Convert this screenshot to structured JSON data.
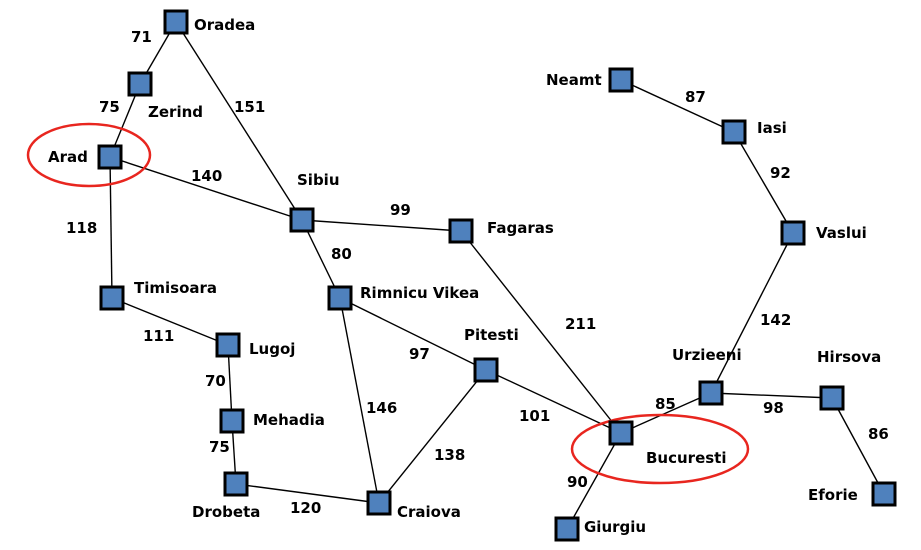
{
  "highlight_color": "#e8261f",
  "node_color": "#4f81bd",
  "cities": {
    "oradea": "Oradea",
    "zerind": "Zerind",
    "arad": "Arad",
    "sibiu": "Sibiu",
    "timisoara": "Timisoara",
    "lugoj": "Lugoj",
    "mehadia": "Mehadia",
    "drobeta": "Drobeta",
    "craiova": "Craiova",
    "rimnicu": "Rimnicu Vikea",
    "fagaras": "Fagaras",
    "pitesti": "Pitesti",
    "bucuresti": "Bucuresti",
    "giurgiu": "Giurgiu",
    "urzieeni": "Urzieeni",
    "hirsova": "Hirsova",
    "eforie": "Eforie",
    "vaslui": "Vaslui",
    "iasi": "Iasi",
    "neamt": "Neamt"
  },
  "distances": {
    "oradea_zerind": "71",
    "zerind_arad": "75",
    "oradea_sibiu": "151",
    "arad_sibiu": "140",
    "arad_timisoara": "118",
    "timisoara_lugoj": "111",
    "lugoj_mehadia": "70",
    "mehadia_drobeta": "75",
    "drobeta_craiova": "120",
    "sibiu_fagaras": "99",
    "sibiu_rimnicu": "80",
    "rimnicu_pitesti": "97",
    "rimnicu_craiova": "146",
    "pitesti_craiova": "138",
    "pitesti_bucuresti": "101",
    "fagaras_bucuresti": "211",
    "bucuresti_giurgiu": "90",
    "bucuresti_urzieeni": "85",
    "urzieeni_hirsova": "98",
    "hirsova_eforie": "86",
    "urzieeni_vaslui": "142",
    "vaslui_iasi": "92",
    "iasi_neamt": "87"
  }
}
